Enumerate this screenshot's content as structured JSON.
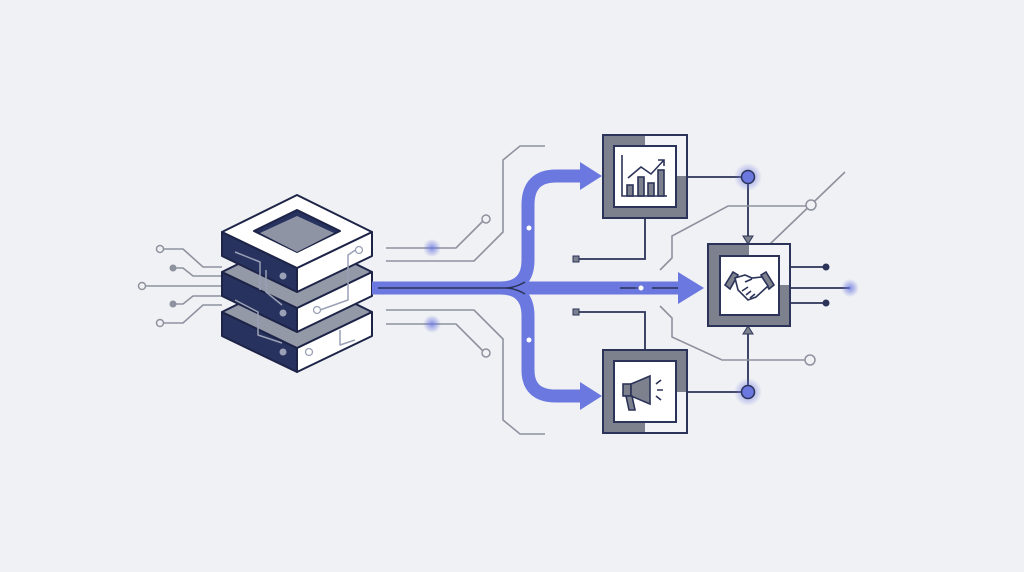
{
  "diagram": {
    "nodes": [
      {
        "id": "data-server",
        "icon": "server-stack-icon"
      },
      {
        "id": "analytics",
        "icon": "bar-chart-trend-icon"
      },
      {
        "id": "marketing",
        "icon": "megaphone-icon"
      },
      {
        "id": "partnership",
        "icon": "handshake-icon"
      }
    ],
    "edges": [
      {
        "from": "data-server",
        "to": "analytics"
      },
      {
        "from": "data-server",
        "to": "partnership"
      },
      {
        "from": "data-server",
        "to": "marketing"
      },
      {
        "from": "analytics",
        "to": "partnership"
      },
      {
        "from": "marketing",
        "to": "partnership"
      }
    ]
  },
  "colors": {
    "background": "#f0f1f4",
    "accent": "#6b78e0",
    "navy": "#27325e",
    "frame": "#7d818e"
  }
}
